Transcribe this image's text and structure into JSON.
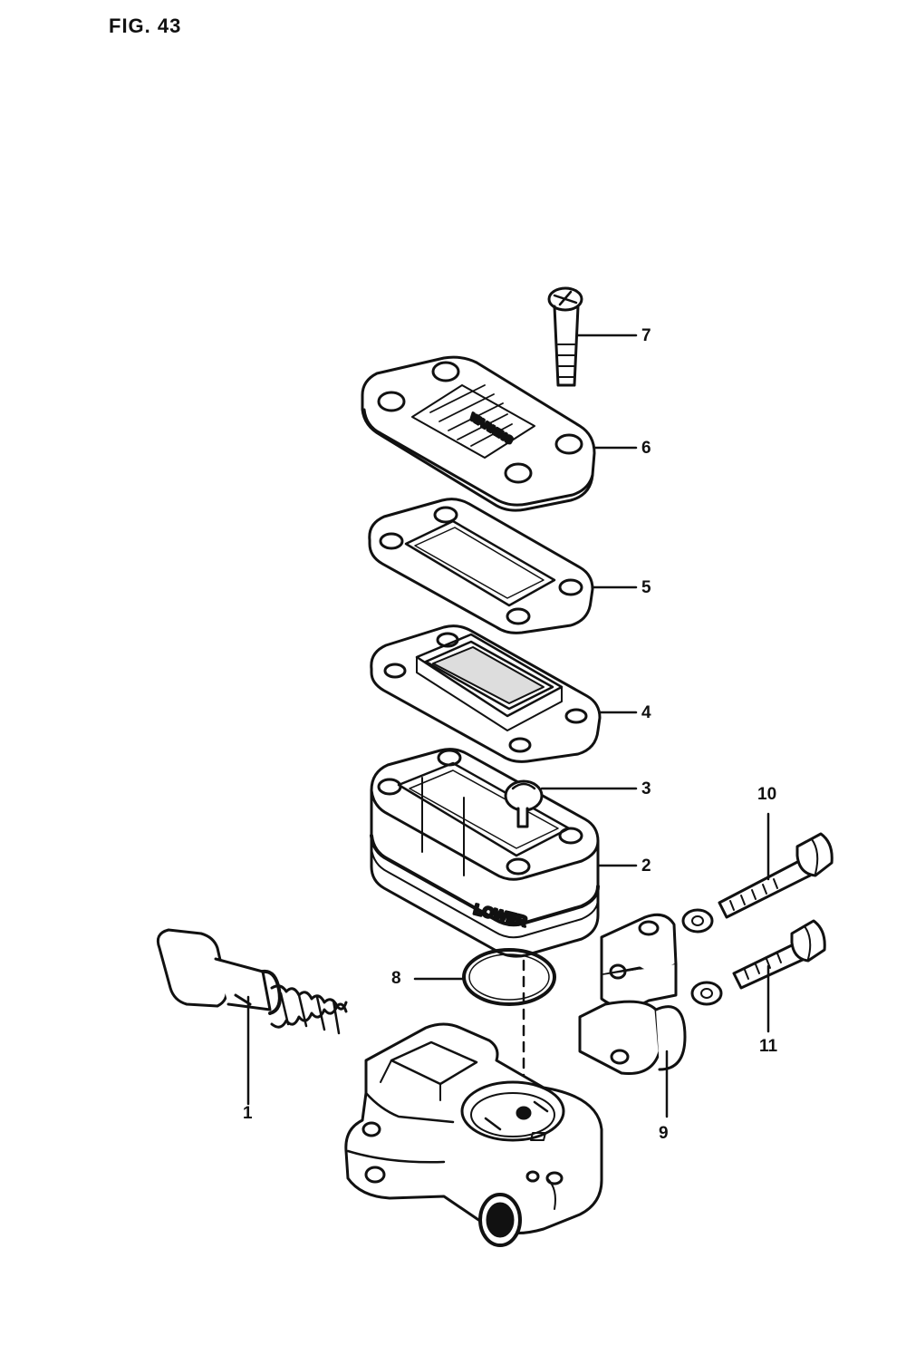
{
  "figure": {
    "title": "FIG. 43"
  },
  "callouts": {
    "c1": "1",
    "c2": "2",
    "c3": "3",
    "c4": "4",
    "c5": "5",
    "c6": "6",
    "c7": "7",
    "c8": "8",
    "c9": "9",
    "c10": "10",
    "c11": "11"
  },
  "part_markings": {
    "body": "LOWER",
    "cap": "WARNING"
  },
  "colors": {
    "ink": "#111111",
    "paper": "#ffffff"
  }
}
